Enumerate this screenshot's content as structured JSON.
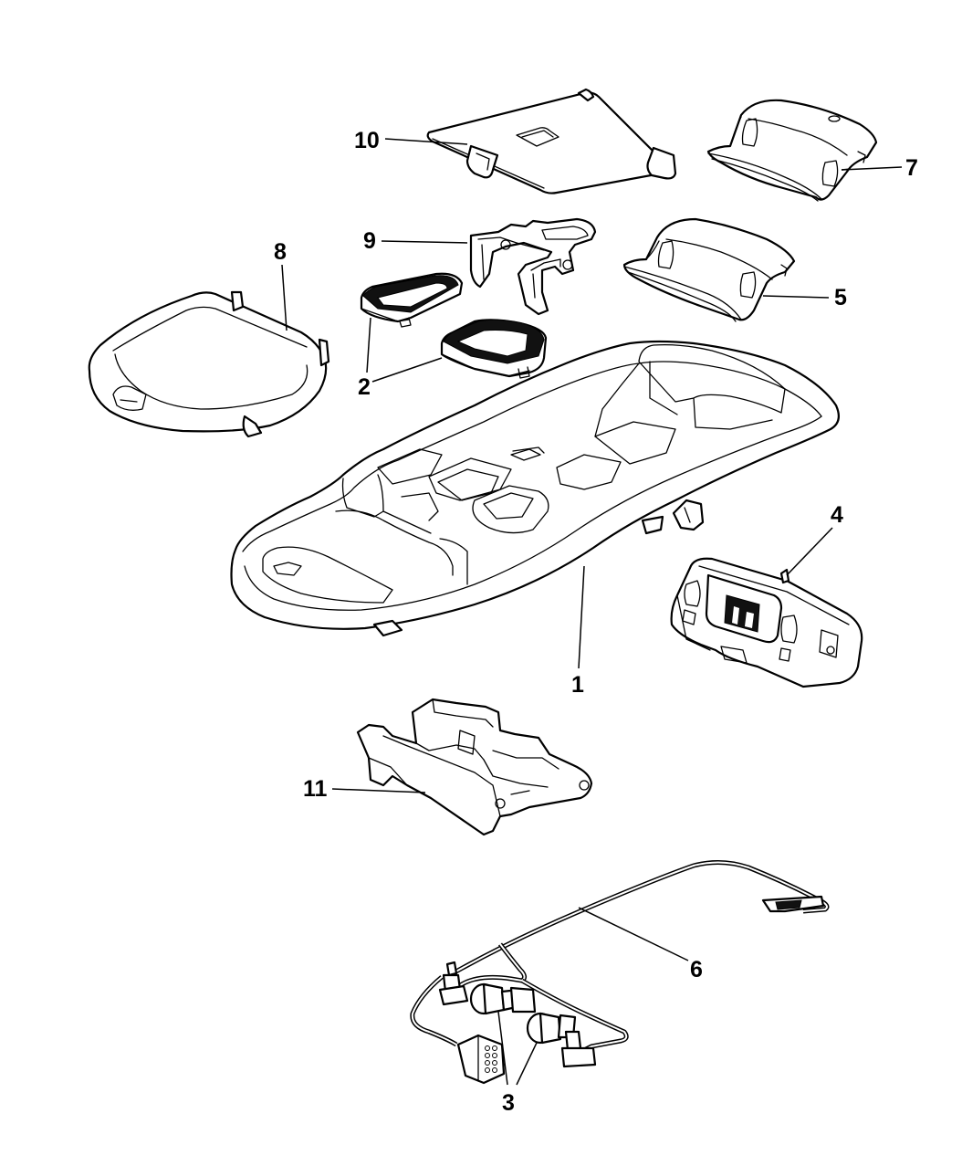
{
  "diagram": {
    "title": "Overhead console exploded parts view",
    "callouts": [
      {
        "id": "1",
        "part": "overhead-console-housing"
      },
      {
        "id": "2",
        "part": "lamp-lens",
        "count": 2
      },
      {
        "id": "3",
        "part": "lamp-bulb-socket",
        "count": 2
      },
      {
        "id": "4",
        "part": "compass-temperature-module"
      },
      {
        "id": "5",
        "part": "lamp-bezel"
      },
      {
        "id": "6",
        "part": "wiring-harness"
      },
      {
        "id": "7",
        "part": "lamp-bezel-rear"
      },
      {
        "id": "8",
        "part": "sunglass-storage-bin-door"
      },
      {
        "id": "9",
        "part": "lamp-bracket"
      },
      {
        "id": "10",
        "part": "access-cover"
      },
      {
        "id": "11",
        "part": "module-bracket"
      }
    ],
    "labels": {
      "c1": "1",
      "c2a": "2",
      "c2b": "2",
      "c3": "3",
      "c4": "4",
      "c5": "5",
      "c6": "6",
      "c7": "7",
      "c8": "8",
      "c9": "9",
      "c10": "10",
      "c11": "11"
    }
  }
}
